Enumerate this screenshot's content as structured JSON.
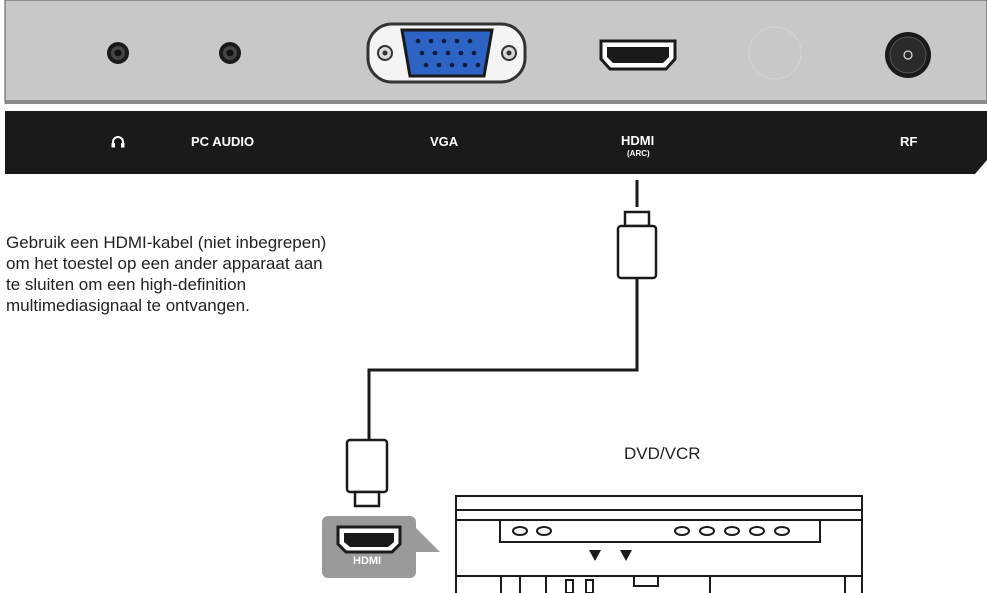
{
  "tv_panel": {
    "ports": [
      {
        "id": "headphone",
        "label": "",
        "icon": "headphone-icon"
      },
      {
        "id": "pc-audio",
        "label": "PC AUDIO"
      },
      {
        "id": "vga",
        "label": "VGA"
      },
      {
        "id": "hdmi",
        "label": "HDMI",
        "sublabel": "(ARC)"
      },
      {
        "id": "rf",
        "label": "RF"
      }
    ]
  },
  "description": {
    "lines": [
      "Gebruik een HDMI-kabel (niet inbegrepen)",
      "om het toestel op een ander apparaat aan",
      "te sluiten om een high-definition",
      "multimediasignaal te ontvangen."
    ]
  },
  "device": {
    "title": "DVD/VCR",
    "port_label": "HDMI"
  },
  "colors": {
    "panel_gray": "#c8c8c8",
    "label_bar": "#1a1a1a",
    "vga_blue": "#2e63c6",
    "badge_gray": "#9a9a9a"
  }
}
